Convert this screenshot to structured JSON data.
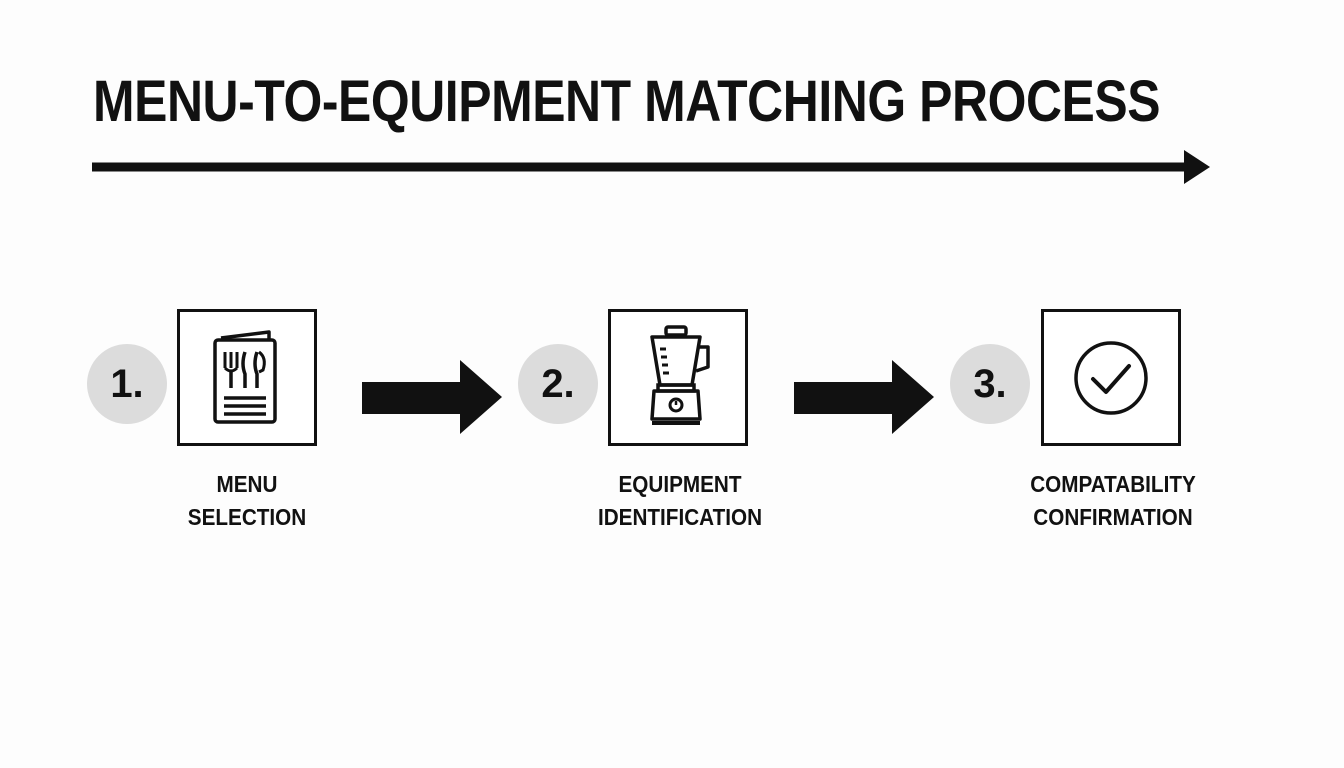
{
  "title": "MENU-TO-EQUIPMENT MATCHING PROCESS",
  "steps": [
    {
      "number": "1.",
      "icon": "menu-icon",
      "label_line1": "MENU",
      "label_line2": "SELECTION"
    },
    {
      "number": "2.",
      "icon": "blender-icon",
      "label_line1": "EQUIPMENT",
      "label_line2": "IDENTIFICATION"
    },
    {
      "number": "3.",
      "icon": "check-circle-icon",
      "label_line1": "COMPATABILITY",
      "label_line2": "CONFIRMATION"
    }
  ],
  "colors": {
    "ink": "#111111",
    "badge": "#dcdcdc",
    "background": "#fdfdfd"
  }
}
